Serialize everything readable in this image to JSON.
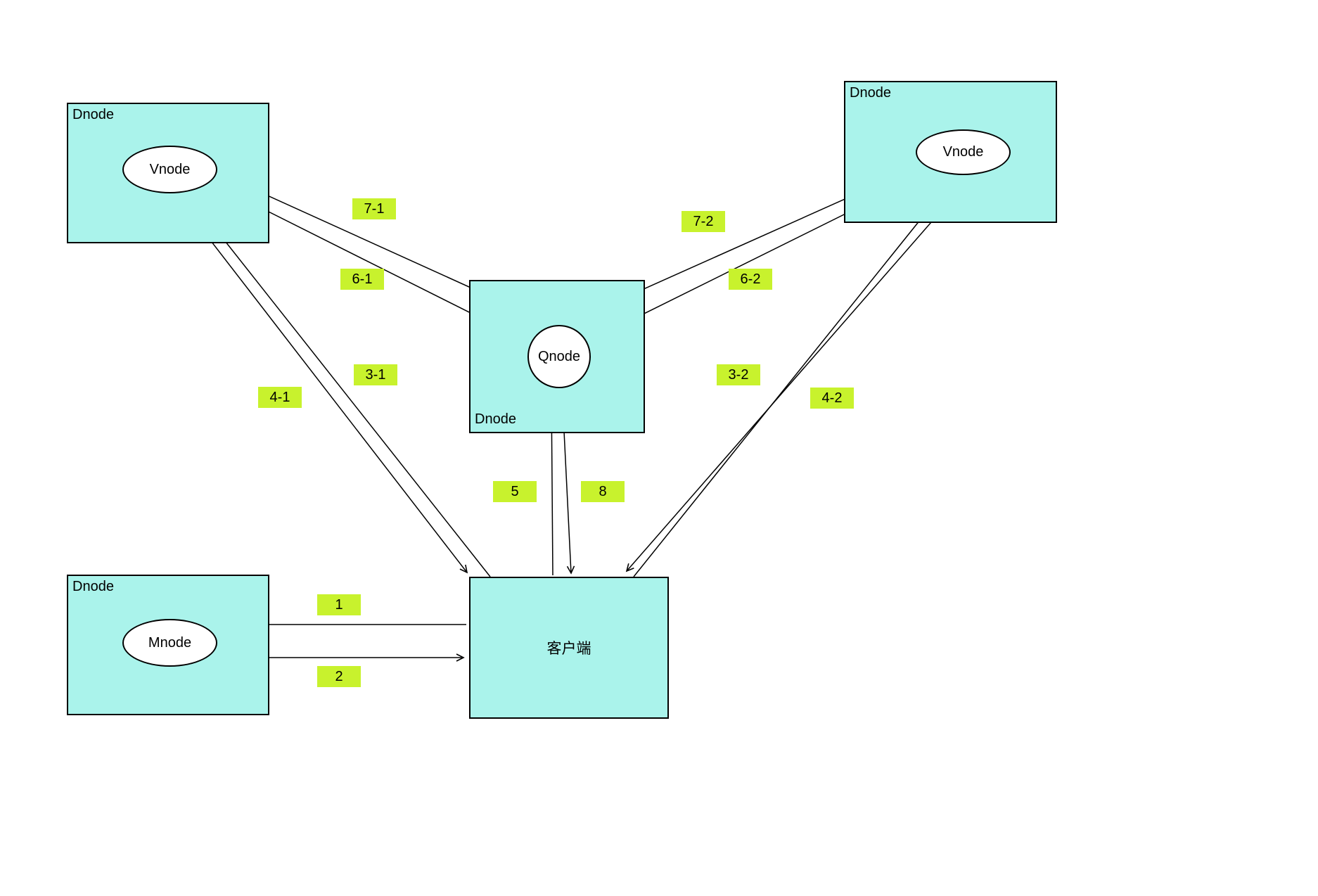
{
  "diagram": {
    "colors": {
      "background": "#ffffff",
      "box_fill": "#aaf3eb",
      "box_border": "#000000",
      "node_fill": "#ffffff",
      "node_border": "#000000",
      "label_bg": "#c8f22d",
      "text": "#000000",
      "arrow": "#000000"
    },
    "containers": {
      "top_left": {
        "label": "Dnode",
        "node_label": "Vnode"
      },
      "top_right": {
        "label": "Dnode",
        "node_label": "Vnode"
      },
      "middle": {
        "label": "Dnode",
        "node_label": "Qnode"
      },
      "bottom_left": {
        "label": "Dnode",
        "node_label": "Mnode"
      }
    },
    "client": {
      "label": "客户端"
    },
    "edge_labels": {
      "l1": "1",
      "l2": "2",
      "l3_1": "3-1",
      "l4_1": "4-1",
      "l5": "5",
      "l8": "8",
      "l6_1": "6-1",
      "l7_1": "7-1",
      "l3_2": "3-2",
      "l4_2": "4-2",
      "l6_2": "6-2",
      "l7_2": "7-2"
    }
  }
}
